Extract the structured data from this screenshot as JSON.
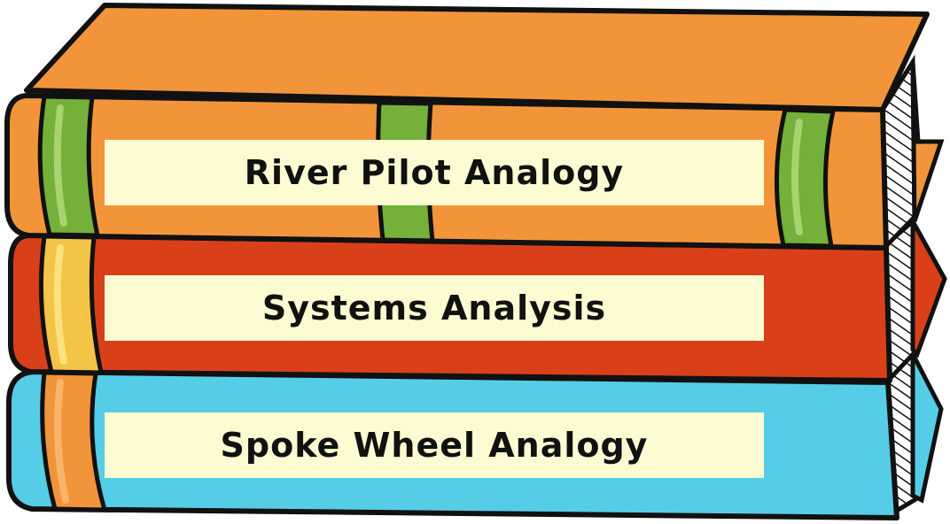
{
  "books": [
    {
      "title": "River Pilot Analogy",
      "cover_color": "#f2953a",
      "band_color": "#74b03a",
      "band_highlight": "#a8d370"
    },
    {
      "title": "Systems Analysis",
      "cover_color": "#d9401a",
      "band_color": "#f4c446",
      "band_highlight": "#fbe27e"
    },
    {
      "title": "Spoke Wheel Analogy",
      "cover_color": "#56cde6",
      "band_color": "#f2953a",
      "band_highlight": "#f8b46c"
    }
  ],
  "colors": {
    "outline": "#111111",
    "label_background": "#fdfbd2",
    "pages": "#ffffff"
  }
}
